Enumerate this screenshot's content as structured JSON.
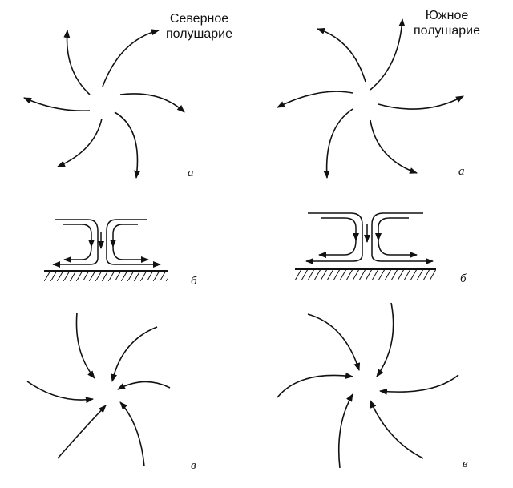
{
  "north": {
    "title_line1": "Северное",
    "title_line2": "полушарие",
    "label_a": "а",
    "label_b": "б",
    "label_c": "в"
  },
  "south": {
    "title_line1": "Южное",
    "title_line2": "полушарие",
    "label_a": "а",
    "label_b": "б",
    "label_c": "в"
  },
  "colors": {
    "ink": "#111111",
    "background": "#ffffff"
  }
}
